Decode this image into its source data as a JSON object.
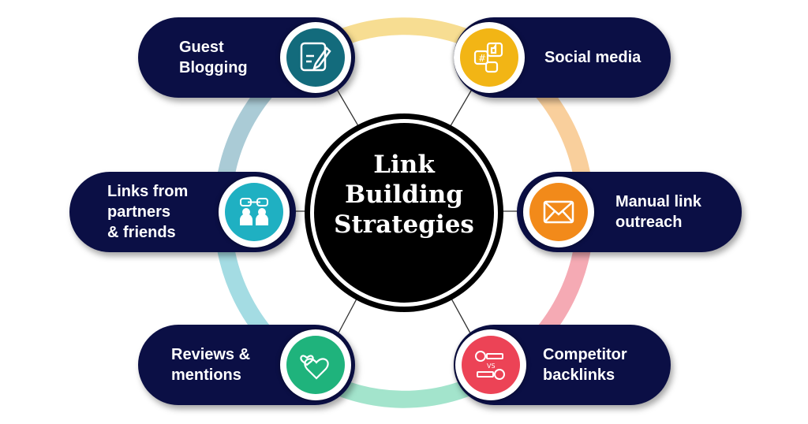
{
  "title": "Link\nBuilding\nStrategies",
  "strategies": [
    {
      "label": "Guest\nBlogging",
      "icon": "blog-edit-icon",
      "color": "#136b7c"
    },
    {
      "label": "Social media",
      "icon": "social-media-icon",
      "color": "#f2b515"
    },
    {
      "label": "Links from\npartners\n& friends",
      "icon": "partners-link-icon",
      "color": "#1fb0c2"
    },
    {
      "label": "Manual link\noutreach",
      "icon": "envelope-icon",
      "color": "#f28a1a"
    },
    {
      "label": "Reviews &\nmentions",
      "icon": "hearts-icon",
      "color": "#1fb37c"
    },
    {
      "label": "Competitor\nbacklinks",
      "icon": "versus-users-icon",
      "color": "#ec4356"
    }
  ],
  "ring_colors": [
    "#f7dd92",
    "#f9cf9c",
    "#f5aab4",
    "#a3e4cc",
    "#a4dce3",
    "#aacbd6"
  ]
}
